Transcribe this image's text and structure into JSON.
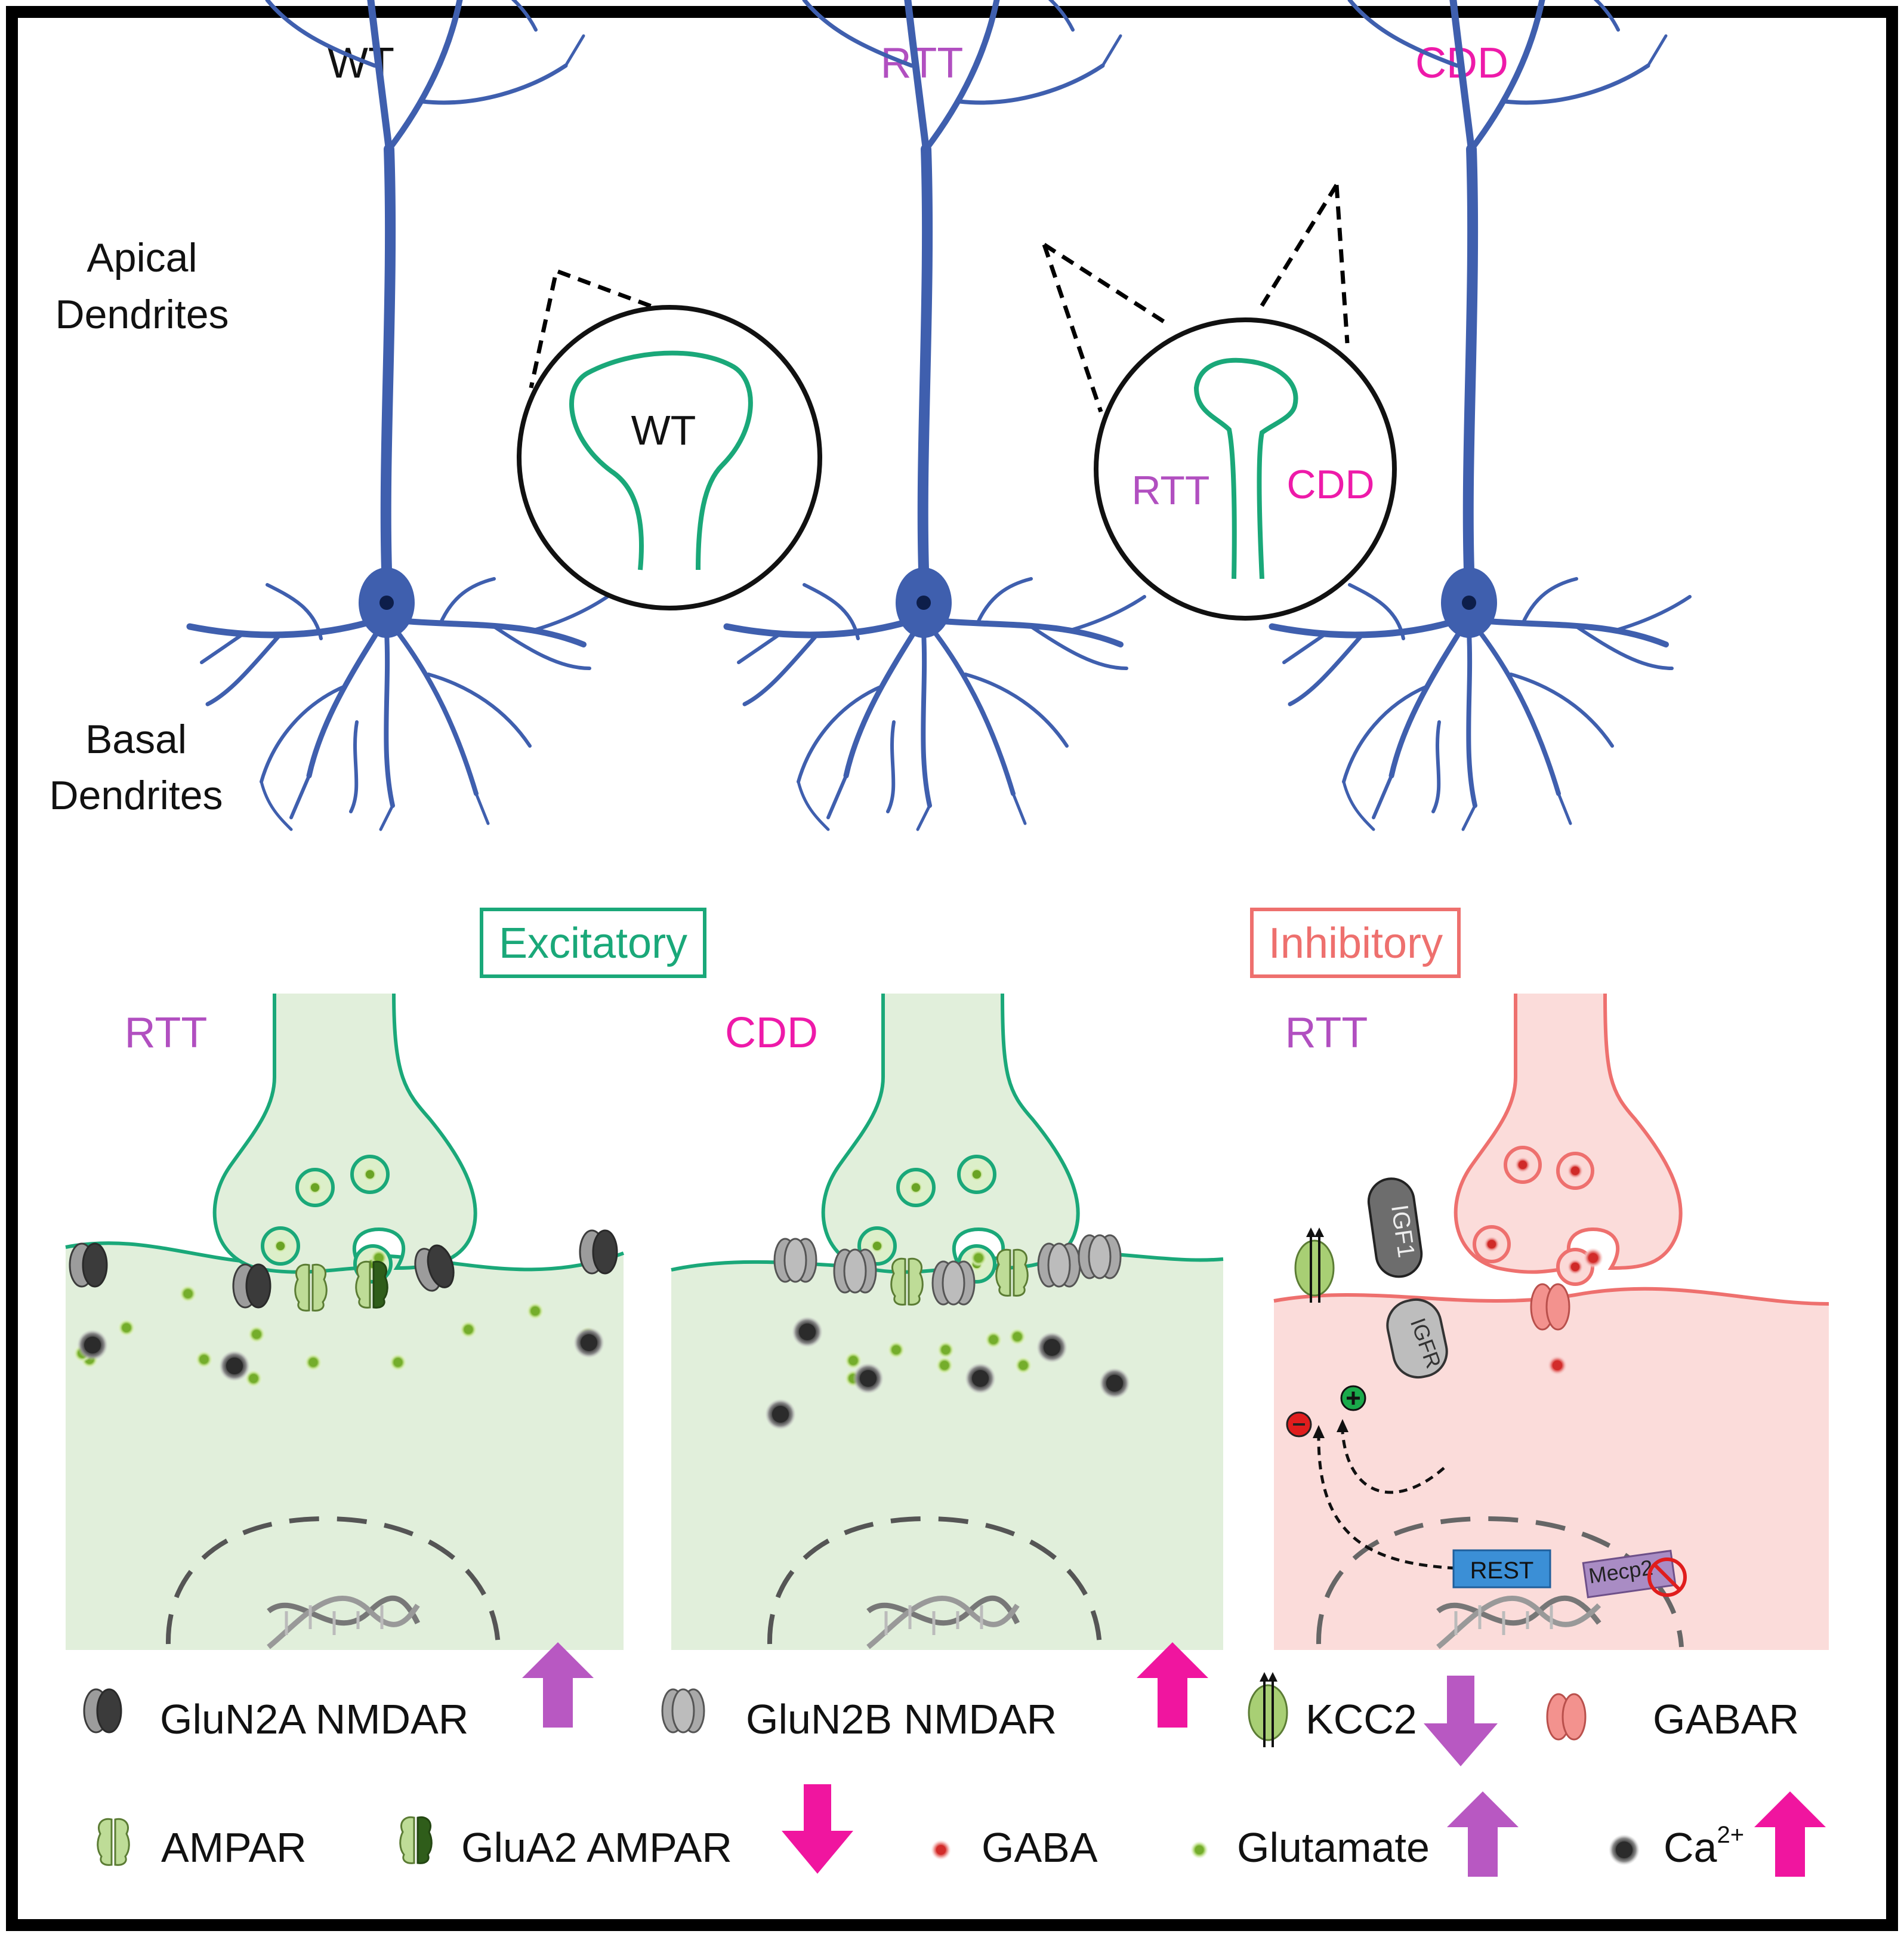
{
  "top": {
    "col_wt": "WT",
    "col_rtt": "RTT",
    "col_cdd": "CDD",
    "apical_l1": "Apical",
    "apical_l2": "Dendrites",
    "basal_l1": "Basal",
    "basal_l2": "Dendrites",
    "zoom_wt": "WT",
    "zoom_rtt": "RTT",
    "zoom_cdd": "CDD"
  },
  "synapse": {
    "excitatory_box": "Excitatory",
    "inhibitory_box": "Inhibitory",
    "panel1": "RTT",
    "panel2": "CDD",
    "panel3": "RTT",
    "igf1": "IGF1",
    "igfr": "IGFR",
    "rest": "REST",
    "mecp2": "Mecp2"
  },
  "legend": {
    "glun2a": "GluN2A NMDAR",
    "glun2b": "GluN2B NMDAR",
    "kcc2": "KCC2",
    "gabar": "GABAR",
    "ampar": "AMPAR",
    "glua2": "GluA2 AMPAR",
    "gaba": "GABA",
    "glutamate": "Glutamate",
    "ca": "Ca",
    "ca_sup": "2+"
  },
  "colors": {
    "neuron": "#3f5fae",
    "excitatory": "#1aa879",
    "inhibitory": "#ee706e",
    "rtt": "#b14fc0",
    "cdd": "#ee1aa9",
    "arrow_up_rtt": "#b858c2",
    "arrow_magenta": "#f0159f"
  }
}
